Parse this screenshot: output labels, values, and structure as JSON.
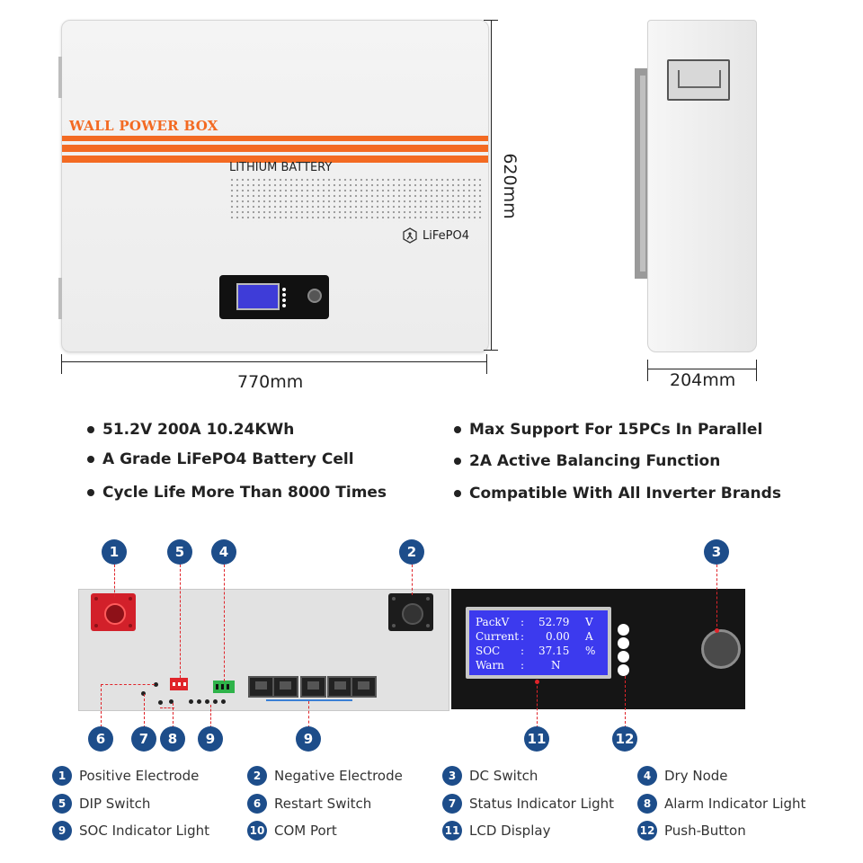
{
  "front": {
    "brand": "WALL POWER BOX",
    "battery_label": "LITHIUM BATTERY",
    "chemistry": "LiFePO4",
    "width_label": "770mm",
    "height_label": "620mm"
  },
  "side": {
    "depth_label": "204mm"
  },
  "features": {
    "left": [
      "51.2V 200A 10.24KWh",
      "A Grade LiFePO4 Battery Cell",
      "Cycle Life More Than 8000 Times"
    ],
    "right": [
      "Max Support For 15PCs In Parallel",
      "2A Active Balancing Function",
      "Compatible With All Inverter Brands"
    ]
  },
  "lcd": {
    "rows": [
      {
        "label": "PackV",
        "sep": ":",
        "value": "52.79",
        "unit": "V"
      },
      {
        "label": "Current",
        "sep": ":",
        "value": "0.00",
        "unit": "A"
      },
      {
        "label": "SOC",
        "sep": ":",
        "value": "37.15",
        "unit": "%"
      },
      {
        "label": "Warn",
        "sep": ":",
        "value": "N",
        "unit": ""
      }
    ]
  },
  "callouts": [
    "1",
    "5",
    "4",
    "2",
    "3",
    "6",
    "7",
    "8",
    "9",
    "9",
    "11",
    "12"
  ],
  "legend": [
    {
      "num": "1",
      "label": "Positive Electrode"
    },
    {
      "num": "2",
      "label": "Negative Electrode"
    },
    {
      "num": "3",
      "label": "DC Switch"
    },
    {
      "num": "4",
      "label": "Dry Node"
    },
    {
      "num": "5",
      "label": "DIP Switch"
    },
    {
      "num": "6",
      "label": "Restart Switch"
    },
    {
      "num": "7",
      "label": "Status Indicator Light"
    },
    {
      "num": "8",
      "label": "Alarm Indicator Light"
    },
    {
      "num": "9",
      "label": "SOC Indicator Light"
    },
    {
      "num": "10",
      "label": "COM Port"
    },
    {
      "num": "11",
      "label": "LCD Display"
    },
    {
      "num": "12",
      "label": "Push-Button"
    }
  ],
  "colors": {
    "accent_orange": "#f36a22",
    "callout_blue": "#1d4d8a",
    "lcd_blue": "#3c3aee",
    "leader_red": "#e0242a"
  }
}
